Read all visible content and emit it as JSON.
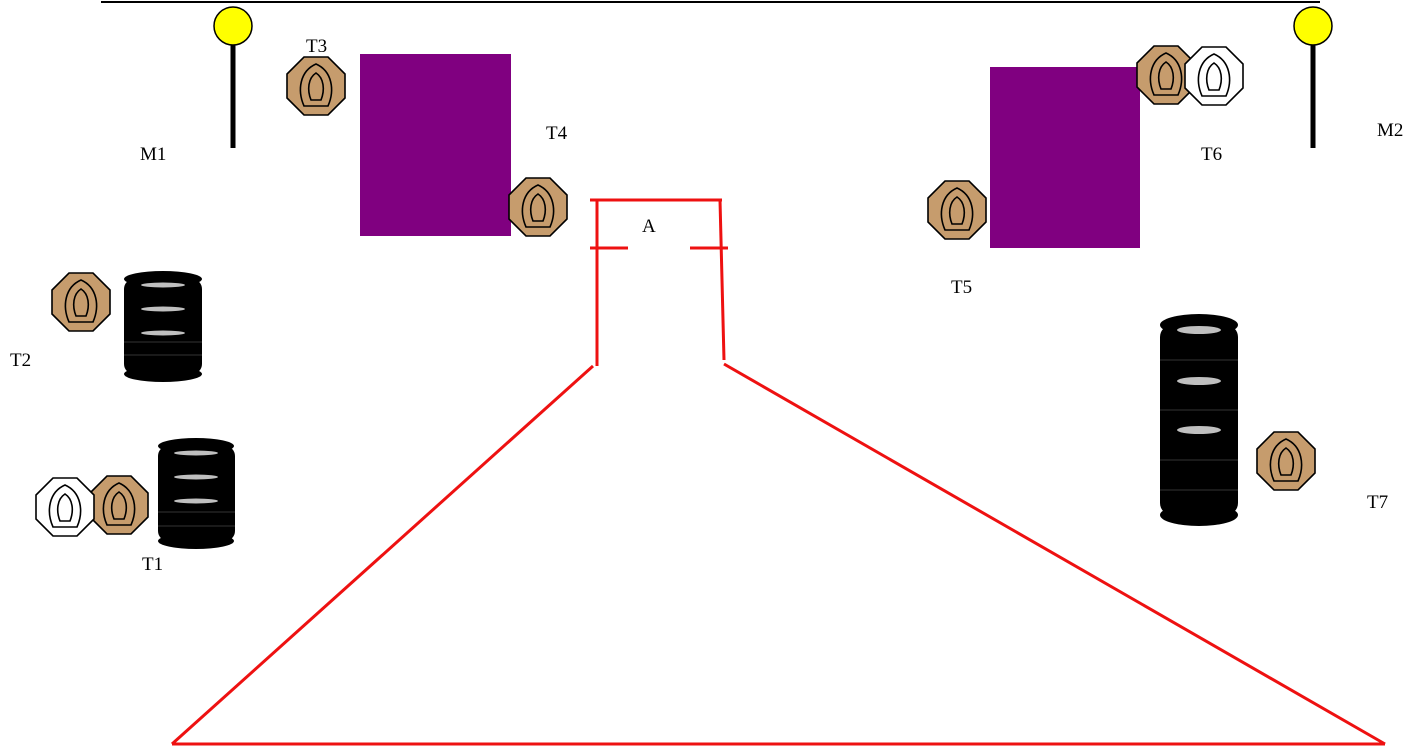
{
  "colors": {
    "target_tan": "#c69c6d",
    "noshoot_white": "#ffffff",
    "barrel_black": "#000000",
    "barrel_band": "#bfbfbf",
    "wall_purple": "#800080",
    "fault_line_red": "#ee1111",
    "mini_post_yellow": "#ffff00"
  },
  "icons": {
    "shoot_target": "tan-octagon-target-icon",
    "no_shoot": "white-octagon-no-shoot-icon",
    "barrel_stack": "barrel-stack-icon",
    "wall": "purple-wall",
    "mini_target": "yellow-popper-icon"
  },
  "labels": {
    "m1": "M1",
    "m2": "M2",
    "t1": "T1",
    "t2": "T2",
    "t3": "T3",
    "t4": "T4",
    "t5": "T5",
    "t6": "T6",
    "t7": "T7",
    "start_area": "A"
  }
}
